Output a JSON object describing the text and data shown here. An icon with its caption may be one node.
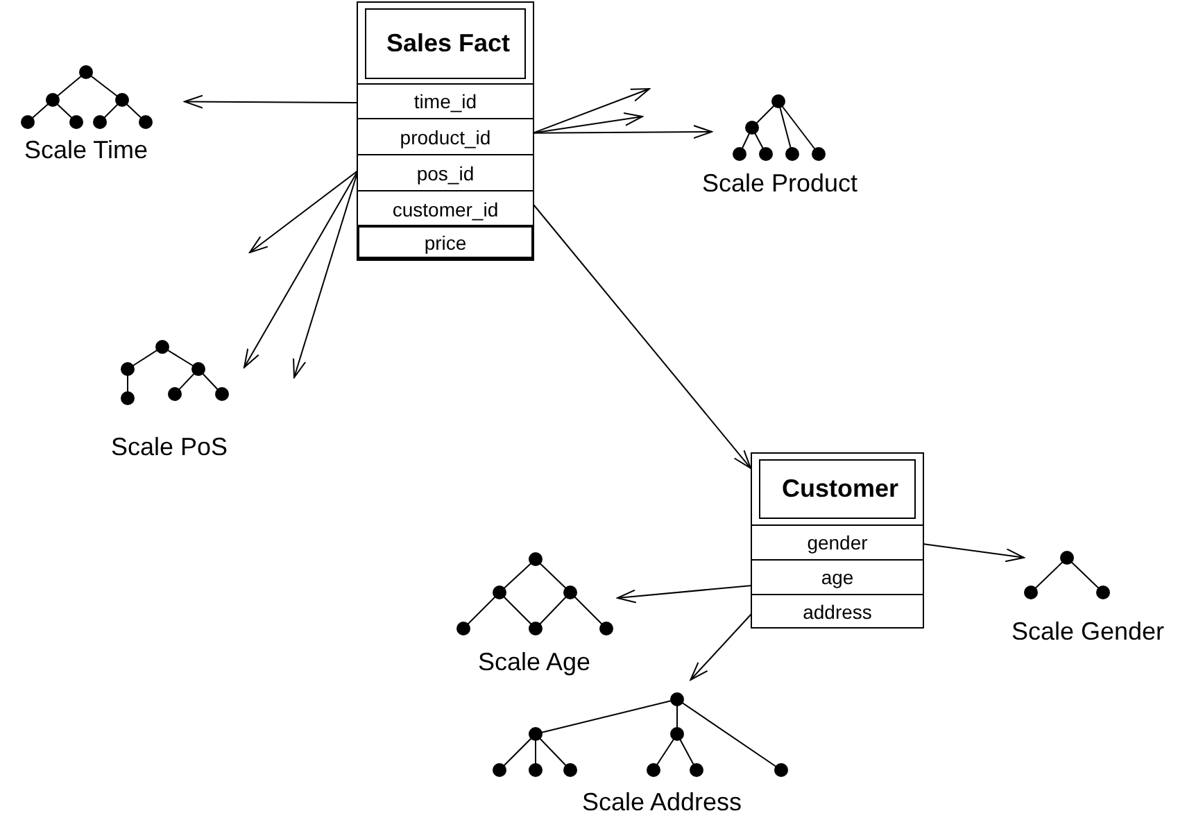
{
  "diagram": {
    "nodes": [
      {
        "text": [
          "Sales Fact"
        ]
      },
      {
        "text": [
          "time_id"
        ],
        "in": 0
      },
      {
        "text": [
          "product_id"
        ],
        "in": 0
      },
      {
        "text": [
          "pos_id"
        ],
        "in": 0
      },
      {
        "text": [
          "customer_id"
        ],
        "in": 0
      },
      {
        "text": [
          "price"
        ],
        "in": 0
      },
      {
        "text": [
          "Scale Time"
        ]
      },
      {
        "text": [
          "Scale Product"
        ]
      },
      {
        "text": [
          "Scale PoS"
        ]
      },
      {
        "text": [
          "Customer"
        ]
      },
      {
        "text": [
          "gender"
        ],
        "in": 9
      },
      {
        "text": [
          "age"
        ],
        "in": 9
      },
      {
        "text": [
          "address"
        ],
        "in": 9
      },
      {
        "text": [
          "Scale Age"
        ]
      },
      {
        "text": [
          "Scale Gender"
        ]
      },
      {
        "text": [
          "Scale Address"
        ]
      }
    ],
    "edges": [
      {
        "from": 1,
        "to": 6,
        "arrow": "to"
      },
      {
        "from": 2,
        "to": null,
        "arrow": "to"
      },
      {
        "from": 2,
        "to": null,
        "arrow": "to"
      },
      {
        "from": 2,
        "to": 7,
        "arrow": "to"
      },
      {
        "from": 3,
        "to": null,
        "arrow": "to"
      },
      {
        "from": 3,
        "to": 8,
        "arrow": "to"
      },
      {
        "from": 3,
        "to": null,
        "arrow": "to"
      },
      {
        "from": 4,
        "to": 9,
        "arrow": "to"
      },
      {
        "from": 10,
        "to": 14,
        "arrow": "to"
      },
      {
        "from": 11,
        "to": 13,
        "arrow": "to"
      },
      {
        "from": 12,
        "to": 15,
        "arrow": "to"
      }
    ]
  }
}
